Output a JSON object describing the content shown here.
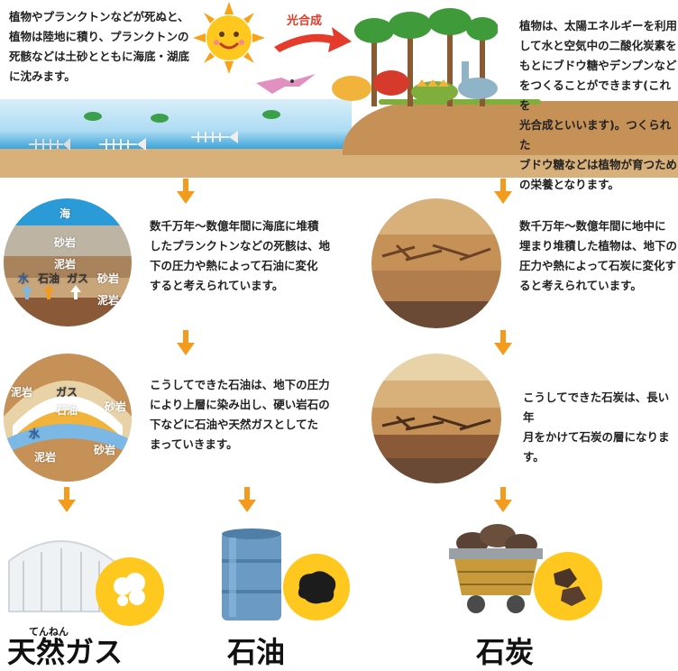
{
  "top": {
    "left_text": [
      "植物やプランクトンなどが死ぬと、",
      "植物は陸地に積り、プランクトンの",
      "死骸などは土砂とともに海底・湖底",
      "に沈みます。"
    ],
    "photosynthesis_label": "光合成",
    "right_text": [
      "植物は、太陽エネルギーを利用",
      "して水と空気中の二酸化炭素を",
      "もとにブドウ糖やデンプンなど",
      "をつくることができます(これを",
      "光合成といいます)。つくられた",
      "ブドウ糖などは植物が育つため",
      "の栄養となります。"
    ]
  },
  "oil": {
    "stage1_text": [
      "数千万年～数億年間に海底に堆積",
      "したプランクトンなどの死骸は、地",
      "下の圧力や熱によって石油に変化",
      "すると考えられています。"
    ],
    "stage1_labels": {
      "sea": "海",
      "sandstone1": "砂岩",
      "mudstone1": "泥岩",
      "water": "水",
      "oil": "石油",
      "gas": "ガス",
      "sandstone2": "砂岩",
      "mudstone2": "泥岩"
    },
    "stage2_text": [
      "こうしてできた石油は、地下の圧力",
      "により上層に染み出し、硬い岩石の",
      "下などに石油や天然ガスとしてた",
      "まっていきます。"
    ],
    "stage2_labels": {
      "mudstone_top": "泥岩",
      "gas": "ガス",
      "oil": "石油",
      "sandstone_r": "砂岩",
      "water": "水",
      "mudstone_bottom": "泥岩",
      "sandstone_bottom": "砂岩"
    }
  },
  "coal": {
    "stage1_text": [
      "数千万年～数億年間に地中に",
      "埋まり堆積した植物は、地下の",
      "圧力や熱によって石炭に変化す",
      "ると考えられています。"
    ],
    "stage2_text": [
      "こうしてできた石炭は、長い年",
      "月をかけて石炭の層になりま",
      "す。"
    ]
  },
  "results": {
    "natural_gas_ruby": "てんねん",
    "natural_gas": "天然ガス",
    "oil": "石油",
    "coal": "石炭"
  },
  "colors": {
    "arrow": "#f39b1c",
    "sea": "#2b9bd8",
    "sand": "#d7b07a",
    "soil": "#c69157",
    "dark": "#6a4a35"
  }
}
